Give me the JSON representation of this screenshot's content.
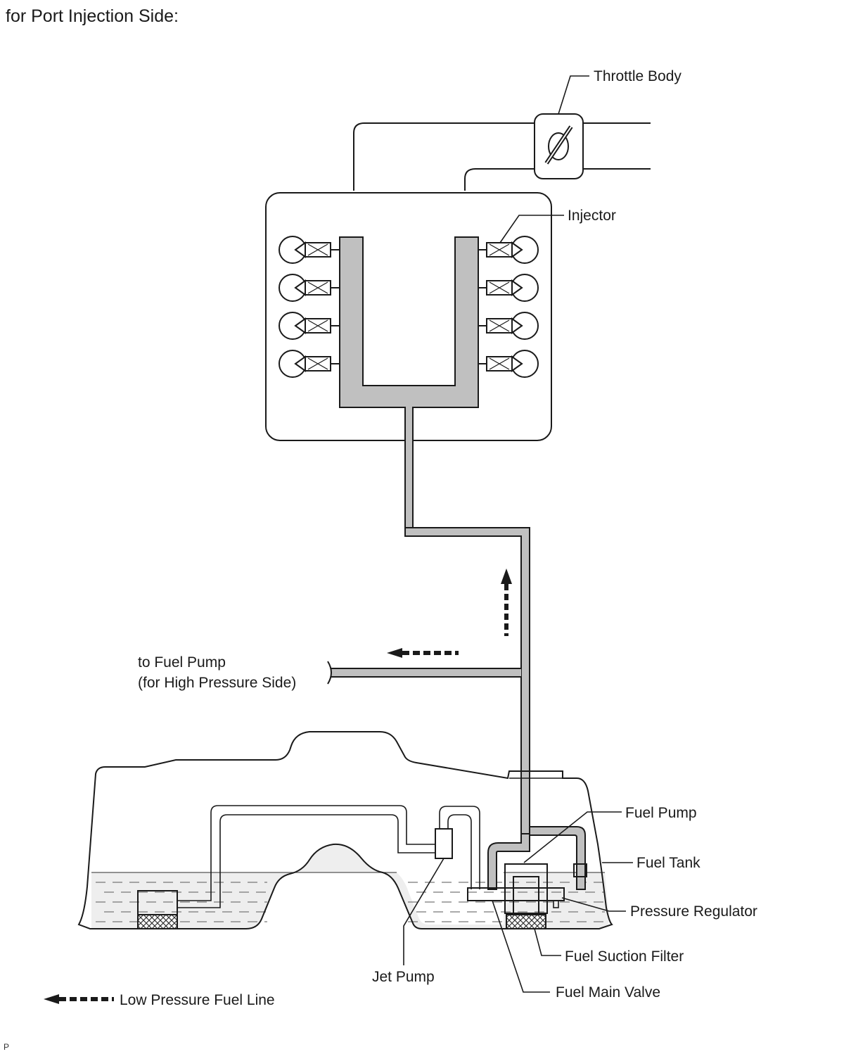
{
  "heading": "for Port Injection Side:",
  "labels": {
    "throttle_body": "Throttle Body",
    "injector": "Injector",
    "to_fuel_pump_line1": "to Fuel Pump",
    "to_fuel_pump_line2": "(for High Pressure Side)",
    "fuel_pump": "Fuel Pump",
    "fuel_tank": "Fuel Tank",
    "pressure_regulator": "Pressure Regulator",
    "fuel_suction_filter": "Fuel Suction Filter",
    "jet_pump": "Jet Pump",
    "fuel_main_valve": "Fuel Main Valve"
  },
  "legend": {
    "low_pressure_fuel_line": "Low Pressure Fuel Line"
  },
  "corner_mark": "P",
  "colors": {
    "line": "#1a1a1a",
    "fuel_pipe_fill": "#c0c0c0",
    "fuel_liquid": "#eeeeee",
    "background": "#ffffff"
  }
}
